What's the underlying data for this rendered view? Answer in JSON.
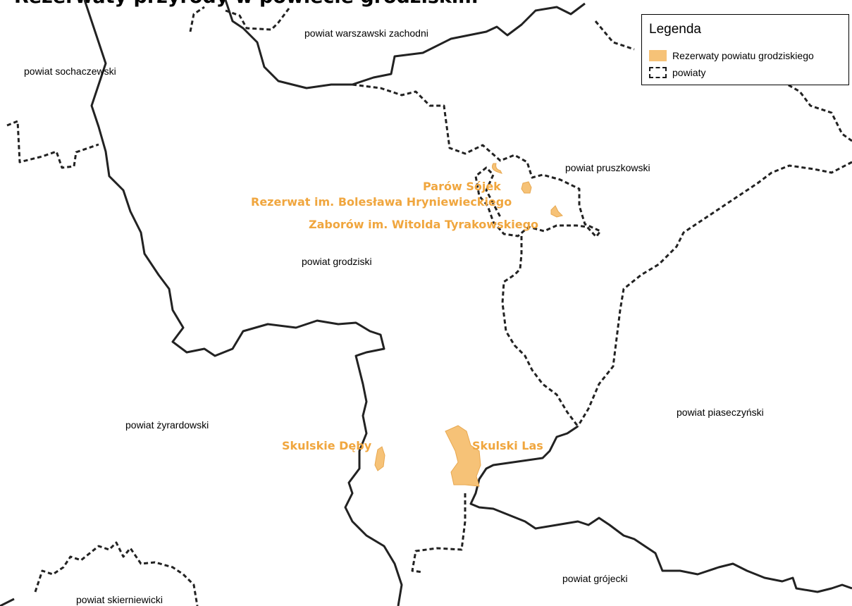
{
  "title": "Rezerwaty przyrody w powiecie grodziskim",
  "legend": {
    "title": "Legenda",
    "items": [
      {
        "label": "Rezerwaty powiatu grodziskiego"
      },
      {
        "label": "powiaty"
      }
    ]
  },
  "colors": {
    "reserve_fill": "#f6c277",
    "reserve_label": "#f0a63e",
    "boundary": "#222222"
  },
  "districts": [
    {
      "id": "warszawski-zachodni",
      "name": "powiat warszawski zachodni"
    },
    {
      "id": "sochaczewski",
      "name": "powiat sochaczewski"
    },
    {
      "id": "pruszkowski",
      "name": "powiat pruszkowski"
    },
    {
      "id": "grodziski",
      "name": "powiat grodziski"
    },
    {
      "id": "zyrardowski",
      "name": "powiat żyrardowski"
    },
    {
      "id": "piaseczynski",
      "name": "powiat piaseczyński"
    },
    {
      "id": "grojecki",
      "name": "powiat grójecki"
    },
    {
      "id": "skierniewicki",
      "name": "powiat skierniewicki"
    }
  ],
  "reserves": [
    {
      "id": "parow-sojek",
      "name": "Parów Sójek"
    },
    {
      "id": "hryniewieckiego",
      "name": "Rezerwat im. Bolesława Hryniewieckiego"
    },
    {
      "id": "zaborow",
      "name": "Zaborów im. Witolda Tyrakowskiego"
    },
    {
      "id": "skulskie-deby",
      "name": "Skulskie Dęby"
    },
    {
      "id": "skulski-las",
      "name": "Skulski Las"
    }
  ]
}
